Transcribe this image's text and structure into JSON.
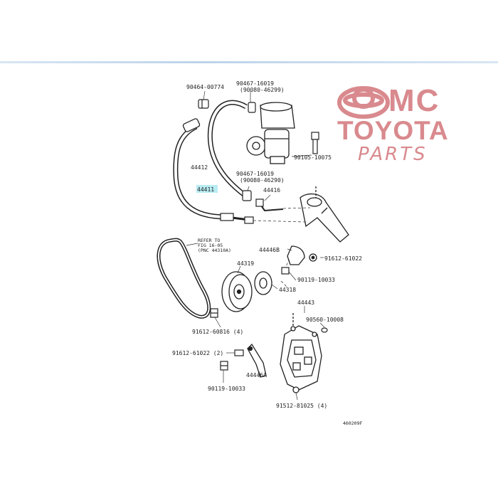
{
  "brand": {
    "mc": "MC",
    "toyota": "TOYOTA",
    "parts": "PARTS",
    "color": "#d98a8e"
  },
  "labels": {
    "p90464": "90464-00774",
    "p90467a": "90467-16019",
    "p90080a": "(90080-46299)",
    "p44412": "44412",
    "p44411": "44411",
    "p90105": "90105-10075",
    "p90467b": "90467-16019",
    "p90080b": "(90080-46290)",
    "p44416": "44416",
    "refer1": "REFER TO",
    "refer2": "FIG 16-05",
    "refer3": "(PNC 44310A)",
    "p44446b": "44446B",
    "p91612a": "91612-61022",
    "p44319": "44319",
    "p90119": "90119-10033",
    "p44318": "44318",
    "p44443": "44443",
    "p90560": "90560-10008",
    "p91612b": "91612-60816 (4)",
    "p91612c": "91612-61022 (2)",
    "p44446a": "44446A",
    "p90119b": "90119-10033",
    "p91512": "91512-81025 (4)",
    "drawing": "460209F"
  },
  "highlight_color": "#b8ecf3"
}
